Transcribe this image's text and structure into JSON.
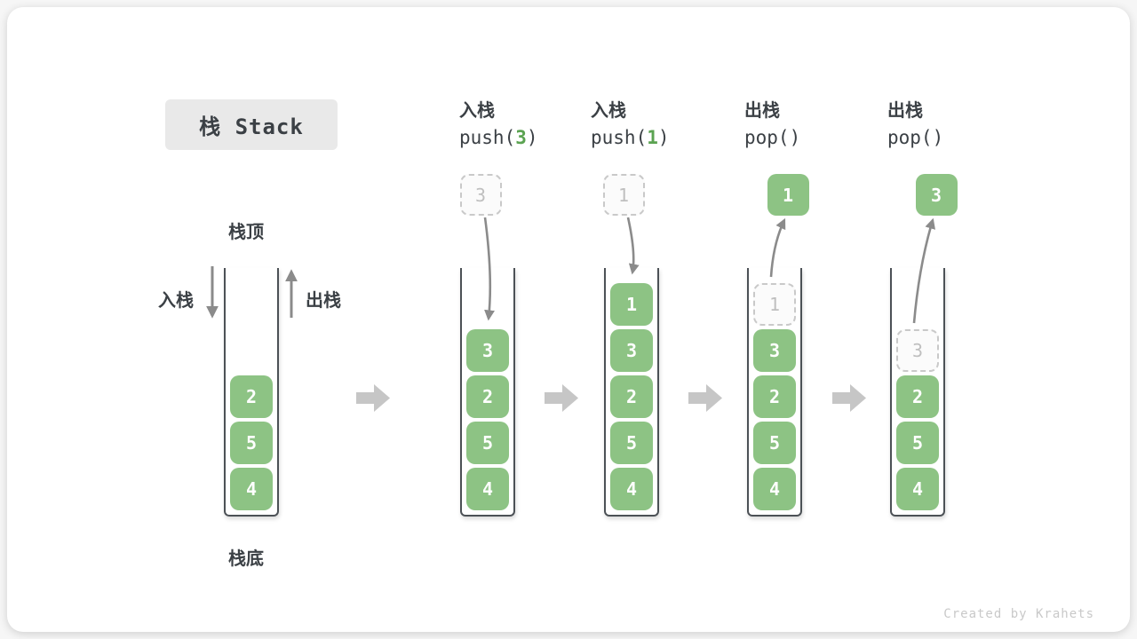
{
  "title": "栈 Stack",
  "side_labels": {
    "top": "栈顶",
    "bottom": "栈底",
    "push": "入栈",
    "pop": "出栈"
  },
  "watermark": "Created by Krahets",
  "colors": {
    "cell_green": "#8dc384",
    "code_arg_green": "#5ba351",
    "thin_arrow_gray": "#8b8b8b",
    "block_arrow_gray": "#c6c6c6",
    "wall_gray": "#4c5156",
    "text_dark": "#3b4045",
    "ghost_border": "#c9c9c9",
    "ghost_text": "#bfbfbf",
    "title_bg": "#e9e9e9",
    "watermark_gray": "#c9c9c9"
  },
  "stages": [
    {
      "op": "",
      "code_pre": "",
      "code_arg": "",
      "code_post": "",
      "flow": "none",
      "cells": [
        {
          "v": "2",
          "ghost": false
        },
        {
          "v": "5",
          "ghost": false
        },
        {
          "v": "4",
          "ghost": false
        }
      ]
    },
    {
      "op": "入栈",
      "code_pre": "push(",
      "code_arg": "3",
      "code_post": ")",
      "flow": "push",
      "float": {
        "v": "3",
        "ghost": true
      },
      "cells": [
        {
          "v": "3",
          "ghost": false
        },
        {
          "v": "2",
          "ghost": false
        },
        {
          "v": "5",
          "ghost": false
        },
        {
          "v": "4",
          "ghost": false
        }
      ]
    },
    {
      "op": "入栈",
      "code_pre": "push(",
      "code_arg": "1",
      "code_post": ")",
      "flow": "push",
      "float": {
        "v": "1",
        "ghost": true
      },
      "cells": [
        {
          "v": "1",
          "ghost": false
        },
        {
          "v": "3",
          "ghost": false
        },
        {
          "v": "2",
          "ghost": false
        },
        {
          "v": "5",
          "ghost": false
        },
        {
          "v": "4",
          "ghost": false
        }
      ]
    },
    {
      "op": "出栈",
      "code_pre": "pop(",
      "code_arg": "",
      "code_post": ")",
      "flow": "pop",
      "float": {
        "v": "1",
        "ghost": false
      },
      "cells": [
        {
          "v": "1",
          "ghost": true
        },
        {
          "v": "3",
          "ghost": false
        },
        {
          "v": "2",
          "ghost": false
        },
        {
          "v": "5",
          "ghost": false
        },
        {
          "v": "4",
          "ghost": false
        }
      ]
    },
    {
      "op": "出栈",
      "code_pre": "pop(",
      "code_arg": "",
      "code_post": ")",
      "flow": "pop",
      "float": {
        "v": "3",
        "ghost": false
      },
      "cells": [
        {
          "v": "3",
          "ghost": true
        },
        {
          "v": "2",
          "ghost": false
        },
        {
          "v": "5",
          "ghost": false
        },
        {
          "v": "4",
          "ghost": false
        }
      ]
    }
  ]
}
